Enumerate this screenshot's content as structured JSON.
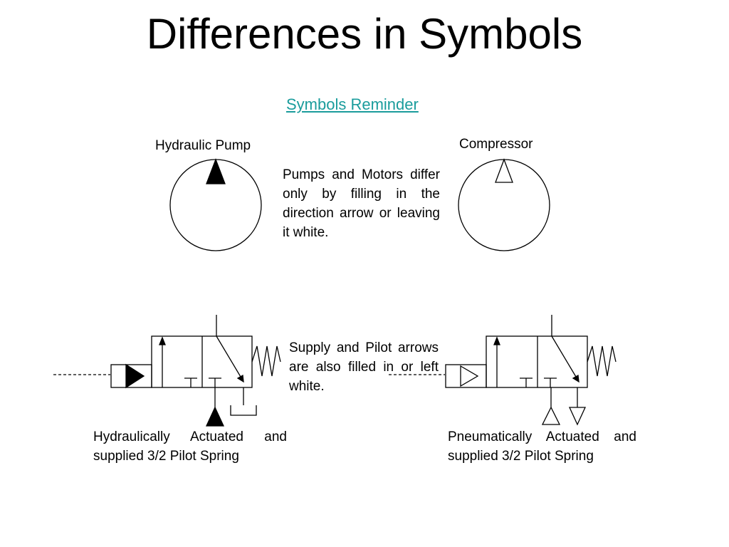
{
  "slide": {
    "title": "Differences in Symbols",
    "link_text": "Symbols Reminder"
  },
  "symbols": {
    "hydraulic_pump_label": "Hydraulic Pump",
    "compressor_label": "Compressor",
    "pump_note": "Pumps and Motors differ only by filling in the direction arrow or leaving it white.",
    "arrow_note": "Supply and Pilot arrows are also filled in or left white.",
    "hydraulic_valve_label": "Hydraulically Actuated and supplied 3/2 Pilot Spring",
    "pneumatic_valve_label": "Pneumatically Actuated and supplied 3/2 Pilot Spring"
  },
  "colors": {
    "link": "#1a9c9c",
    "line": "#000000",
    "background": "#ffffff"
  }
}
